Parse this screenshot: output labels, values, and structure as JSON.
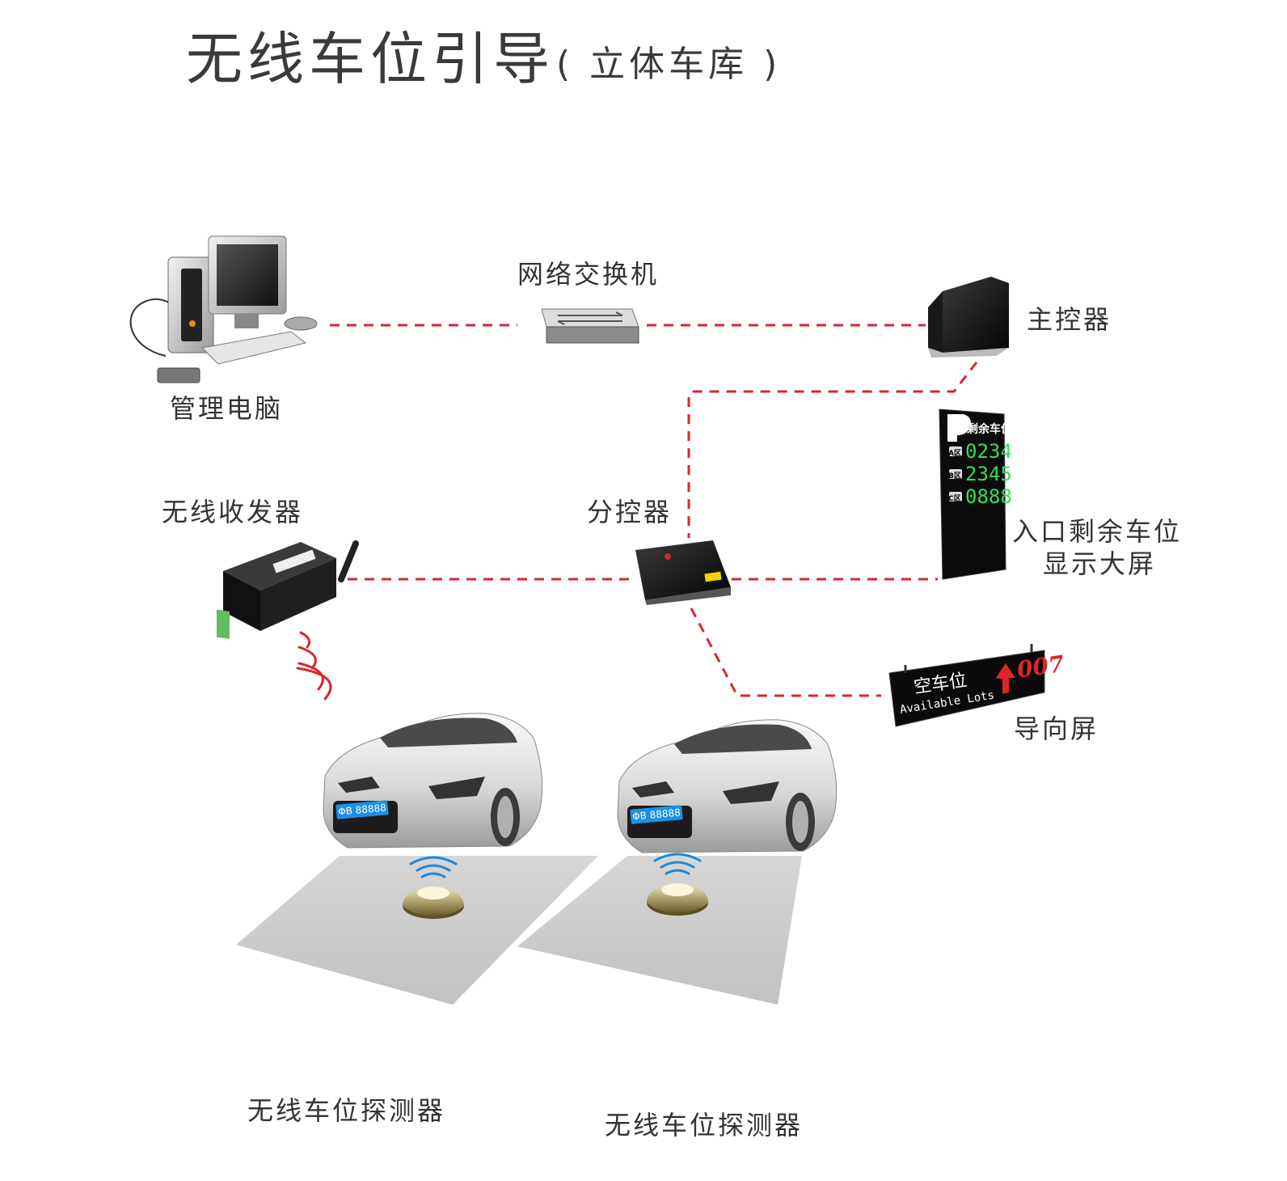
{
  "title": "无线车位引导",
  "subtitle": "( 立体车库 )",
  "nodes": {
    "pc": {
      "label": "管理电脑"
    },
    "switch": {
      "label": "网络交换机"
    },
    "master": {
      "label": "主控器"
    },
    "transceiver": {
      "label": "无线收发器"
    },
    "sub": {
      "label": "分控器"
    },
    "entrance_display": {
      "label_line1": "入口剩余车位",
      "label_line2": "显示大屏",
      "screen_title": "剩余车位",
      "rows": [
        {
          "zone": "A区",
          "count": "0234"
        },
        {
          "zone": "B区",
          "count": "2345"
        },
        {
          "zone": "C区",
          "count": "0888"
        }
      ]
    },
    "guide_screen": {
      "label": "导向屏",
      "text_cn": "空车位",
      "text_en": "Available Lots",
      "count": "007"
    },
    "detector_left": {
      "label": "无线车位探测器"
    },
    "detector_right": {
      "label": "无线车位探测器"
    }
  },
  "cars": {
    "plate_left": "ΦB 88888",
    "plate_right": "ΦB 88888"
  },
  "colors": {
    "link": "#d8262e",
    "led_green": "#2fe05a",
    "led_red": "#e0242a",
    "signal_blue": "#1e88d8"
  }
}
